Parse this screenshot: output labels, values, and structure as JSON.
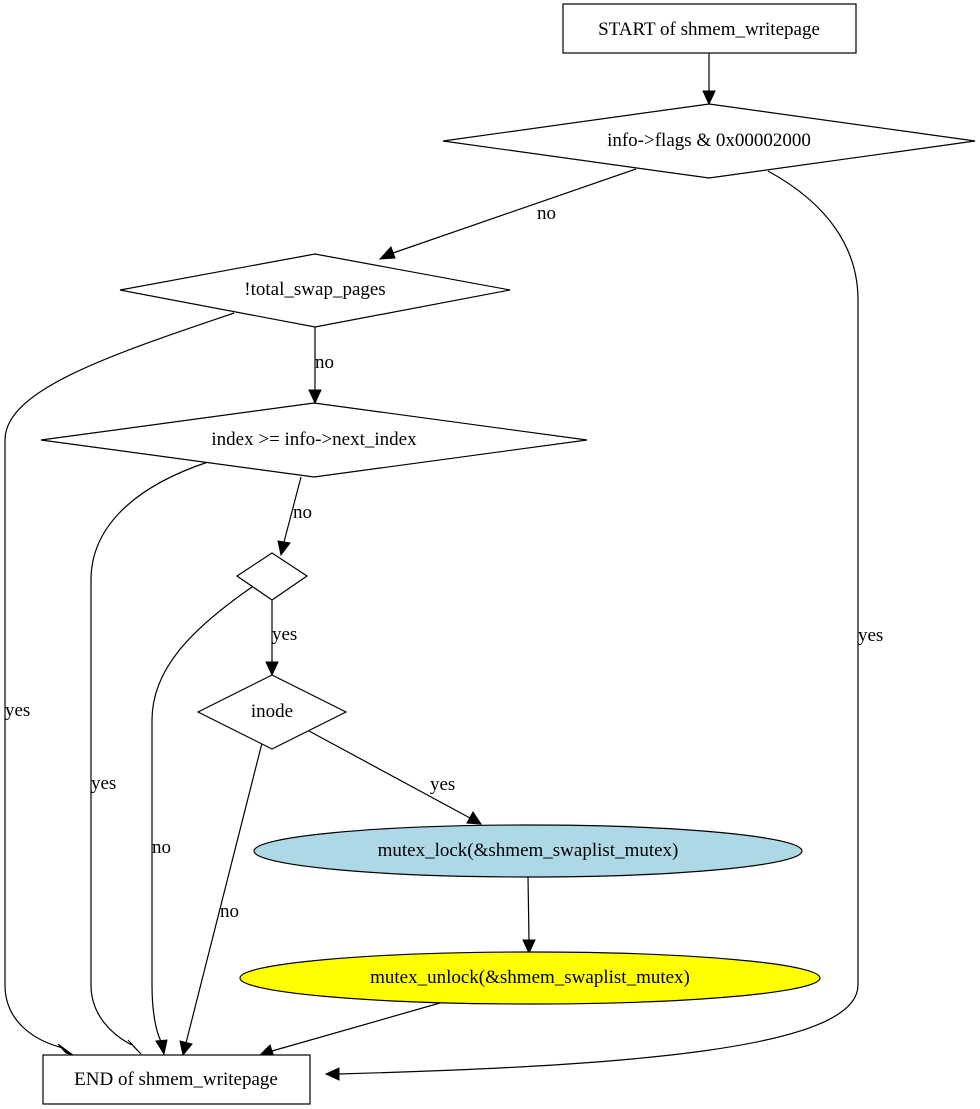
{
  "nodes": {
    "start": {
      "label": "START of shmem_writepage"
    },
    "flags_check": {
      "label": "info->flags & 0x00002000"
    },
    "swap_pages_check": {
      "label": "!total_swap_pages"
    },
    "index_check": {
      "label": "index >= info->next_index"
    },
    "empty_check": {
      "label": ""
    },
    "inode_check": {
      "label": "inode"
    },
    "mutex_lock": {
      "label": "mutex_lock(&shmem_swaplist_mutex)",
      "fill": "#add8e6"
    },
    "mutex_unlock": {
      "label": "mutex_unlock(&shmem_swaplist_mutex)",
      "fill": "#ffff00"
    },
    "end": {
      "label": "END of shmem_writepage"
    }
  },
  "edges": {
    "start_to_flags": "",
    "flags_to_swap": "no",
    "flags_to_end": "yes",
    "swap_to_index": "no",
    "swap_to_end": "yes",
    "index_to_empty": "no",
    "index_to_end": "yes",
    "empty_to_inode": "yes",
    "empty_to_end": "no",
    "inode_to_lock": "yes",
    "inode_to_end": "no",
    "lock_to_unlock": "",
    "unlock_to_end": ""
  }
}
